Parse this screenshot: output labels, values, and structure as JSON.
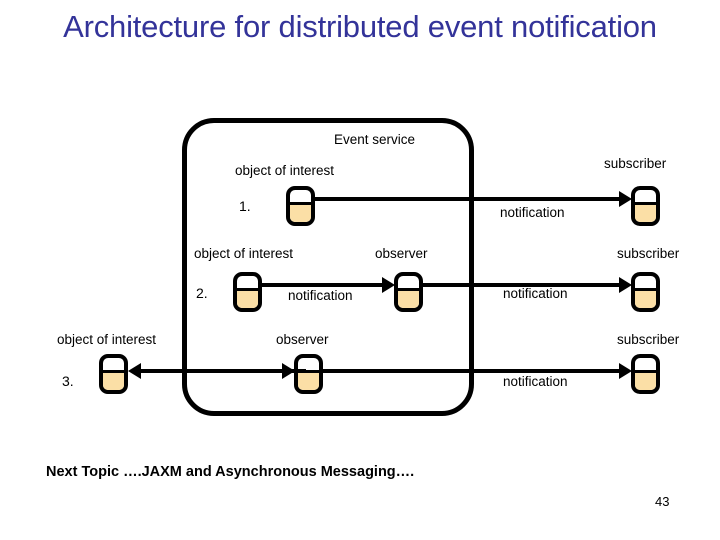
{
  "slide": {
    "title": "Architecture for distributed event notification",
    "title_color": "#333399",
    "page_number": "43",
    "footer_note": "Next Topic ….JAXM and Asynchronous Messaging….",
    "background_color": "#ffffff"
  },
  "diagram": {
    "container_label": "Event service",
    "object_fill_color": "#FBDFA6",
    "stroke_color": "#000000",
    "rows": [
      {
        "step": "1.",
        "nodes": [
          {
            "label": "object of interest",
            "inside_container": true
          },
          {
            "label": "subscriber",
            "inside_container": false
          }
        ],
        "edges": [
          {
            "label": "notification",
            "direction": "right",
            "from": "object of interest",
            "to": "subscriber"
          }
        ]
      },
      {
        "step": "2.",
        "nodes": [
          {
            "label": "object of interest",
            "inside_container": true
          },
          {
            "label": "observer",
            "inside_container": true
          },
          {
            "label": "subscriber",
            "inside_container": false
          }
        ],
        "edges": [
          {
            "label": "notification",
            "direction": "right",
            "from": "object of interest",
            "to": "observer"
          },
          {
            "label": "notification",
            "direction": "right",
            "from": "observer",
            "to": "subscriber"
          }
        ]
      },
      {
        "step": "3.",
        "nodes": [
          {
            "label": "object of interest",
            "inside_container": false
          },
          {
            "label": "observer",
            "inside_container": true
          },
          {
            "label": "subscriber",
            "inside_container": false
          }
        ],
        "edges": [
          {
            "label": "",
            "direction": "left",
            "from": "observer",
            "to": "object of interest"
          },
          {
            "label": "notification",
            "direction": "right",
            "from": "observer",
            "to": "subscriber"
          }
        ]
      }
    ]
  }
}
